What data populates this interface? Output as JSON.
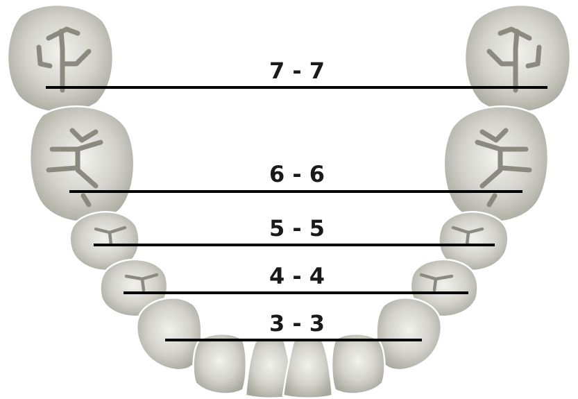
{
  "measurements": [
    {
      "label": "7 - 7",
      "teeth": "molar-2"
    },
    {
      "label": "6 - 6",
      "teeth": "molar-1"
    },
    {
      "label": "5 - 5",
      "teeth": "premolar-2"
    },
    {
      "label": "4 - 4",
      "teeth": "premolar-1"
    },
    {
      "label": "3 - 3",
      "teeth": "canine"
    }
  ],
  "colors": {
    "tooth_light": "#eeeeea",
    "tooth_mid": "#c8c8c0",
    "tooth_dark": "#a9a99f",
    "fissure": "#8a8a80",
    "line": "#000000",
    "label": "#1a1a1a"
  }
}
